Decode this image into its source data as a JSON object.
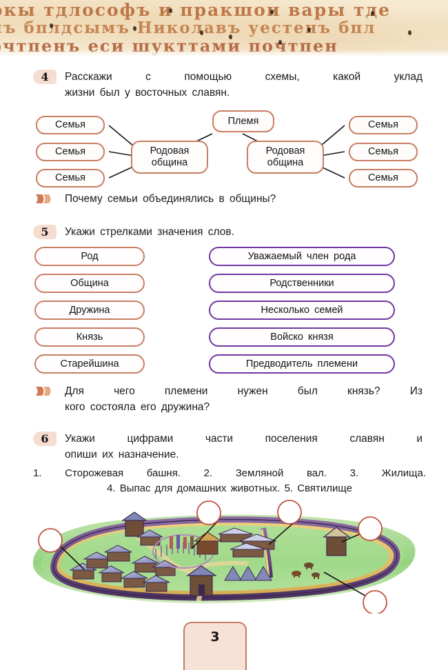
{
  "page": {
    "number": "3",
    "header_script_lines": [
      "ркы тдлософъ и пракшои вары тде",
      "нъ бплдсымъ Николавъ уестенъ бпл",
      "очтпенъ еси шукттами почтпен"
    ]
  },
  "task4": {
    "number": "4",
    "line1": "Расскажи с помощью схемы, какой уклад",
    "line2": "жизни был у восточных славян."
  },
  "scheme": {
    "tribe": "Племя",
    "clan_left": "Родовая\nобщина",
    "clan_left_l1": "Родовая",
    "clan_left_l2": "община",
    "clan_right_l1": "Родовая",
    "clan_right_l2": "община",
    "families_left": [
      "Семья",
      "Семья",
      "Семья"
    ],
    "families_right": [
      "Семья",
      "Семья",
      "Семья"
    ]
  },
  "question1": {
    "marker": "double-chevron-icon",
    "text": "Почему семьи объединялись в общины?"
  },
  "task5": {
    "number": "5",
    "line1": "Укажи стрелками значения слов.",
    "terms": [
      "Род",
      "Община",
      "Дружина",
      "Князь",
      "Старейшина"
    ],
    "definitions": [
      "Уважаемый член рода",
      "Родственники",
      "Несколько семей",
      "Войско князя",
      "Предводитель племени"
    ]
  },
  "question2": {
    "marker": "double-chevron-icon",
    "line1": "Для чего племени нужен был князь? Из",
    "line2": "кого состояла его дружина?"
  },
  "task6": {
    "number": "6",
    "line1": "Укажи цифрами части поселения славян и",
    "line2": "опиши их назначение.",
    "legend_line1": "1. Сторожевая башня. 2. Земляной вал. 3. Жилища.",
    "legend_line2": "4. Выпас для домашних животных. 5. Святилище",
    "legend_items": [
      "1. Сторожевая башня.",
      "2. Земляной вал.",
      "3. Жилища.",
      "4. Выпас для домашних животных.",
      "5. Святилище"
    ],
    "answer_circles": [
      "",
      "",
      "",
      "",
      "",
      ""
    ]
  },
  "colors": {
    "terracotta_border": "#c87d62",
    "purple_border": "#6f36a0",
    "badge_fill": "#f5ddd2",
    "marker_orange": "#d98b63",
    "circle_red": "#c0503c",
    "page_num_fill": "#f7e2d8",
    "parchment": "#f4e6cb"
  }
}
